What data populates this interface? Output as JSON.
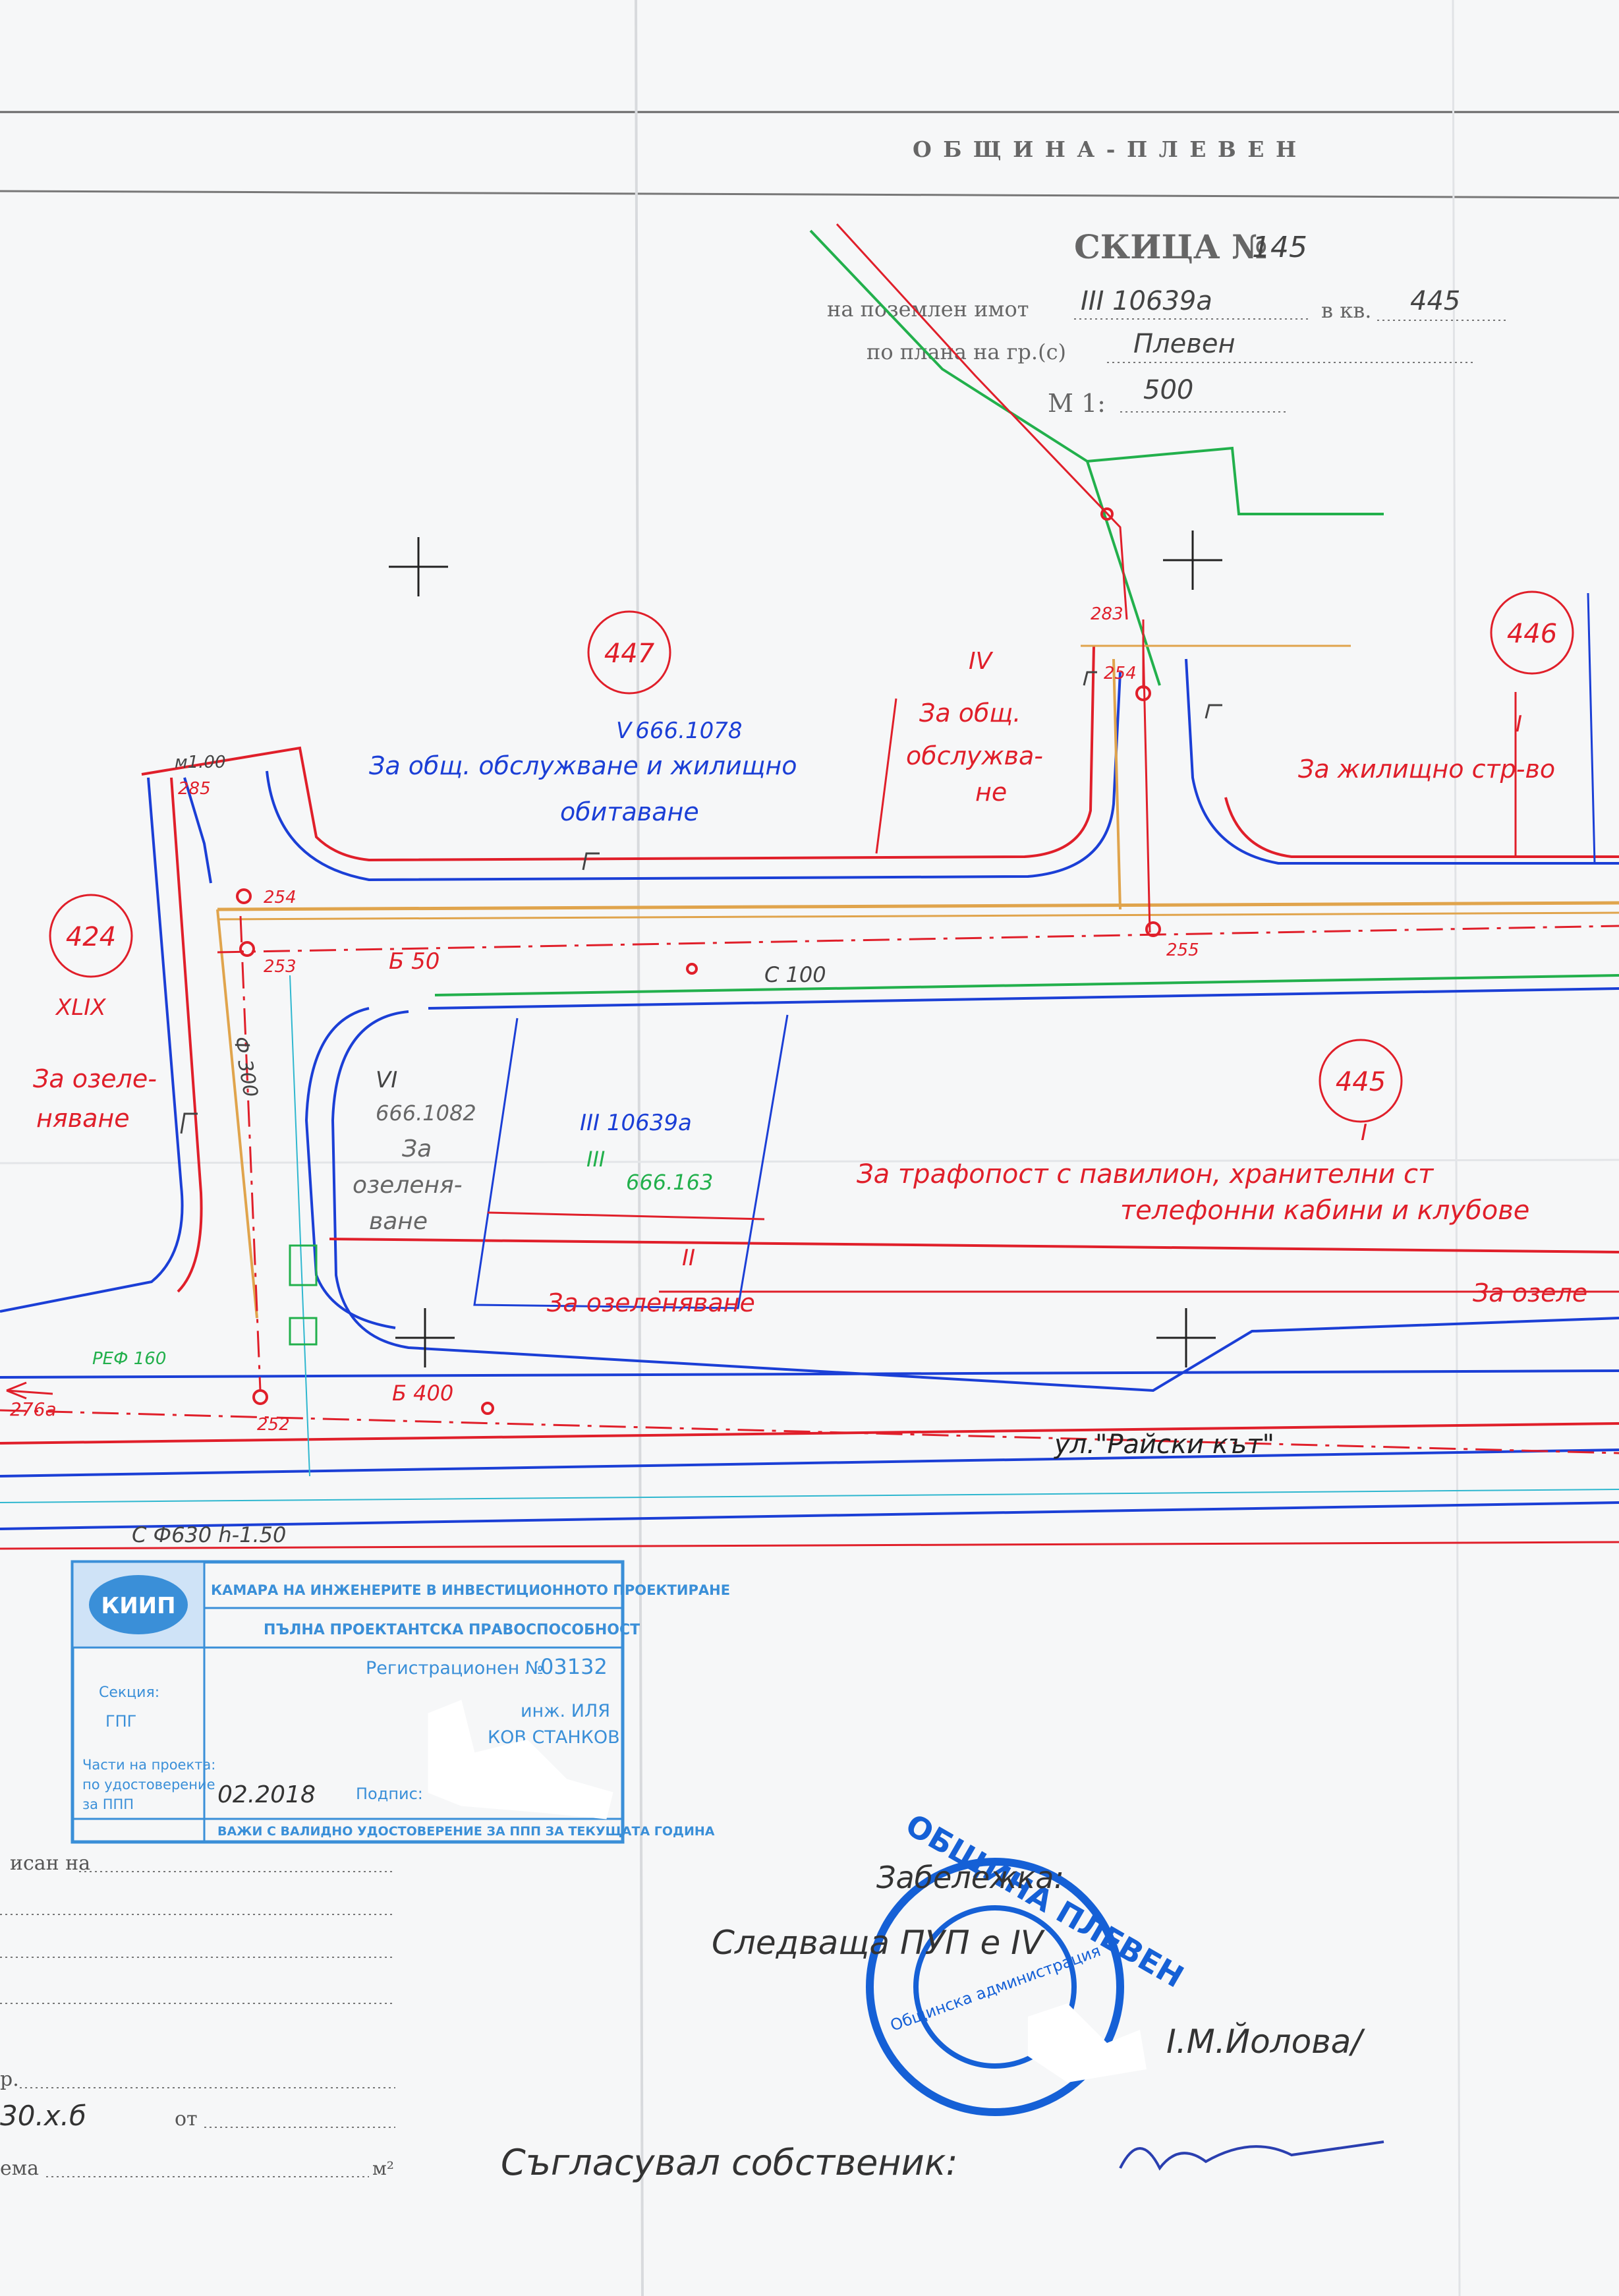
{
  "header": {
    "municipality": "О Б Щ И Н А - П Л Е В Е Н",
    "title": "СКИЦА №",
    "sketch_no": "145",
    "parcel_label": "на поземлен имот",
    "parcel_id": "III 10639а",
    "block_label": "в кв.",
    "block_no": "445",
    "plan_label": "по плана на гр.(с)",
    "plan_town": "Плевен",
    "scale_label": "М 1:",
    "scale_value": "500"
  },
  "blocks": [
    {
      "no": "447",
      "roman": "V",
      "code": "666.1078",
      "purpose_1": "За общ. обслужване и жилищно",
      "purpose_2": "обитаване"
    },
    {
      "no": "446",
      "roman": "I",
      "purpose_1": "За жилищно стр-во"
    },
    {
      "no": "424",
      "roman": "XLIX",
      "purpose_1": "За озеле-",
      "purpose_2": "няване"
    },
    {
      "no": "445",
      "roman": "I",
      "purpose_1": "За трафопост с павилион, хранителни ст",
      "purpose_2": "телефонни кабини и клубове"
    }
  ],
  "lots": [
    {
      "roman": "IV",
      "purpose_1": "За общ.",
      "purpose_2": "обслужва-",
      "purpose_3": "не"
    },
    {
      "roman": "VI",
      "code": "666.1082",
      "purpose_1": "За",
      "purpose_2": "озеленя-",
      "purpose_3": "ване"
    },
    {
      "roman": "III",
      "parcel": "III 10639а",
      "code": "666.163"
    },
    {
      "roman": "II",
      "purpose_1": "За озеленяване"
    },
    {
      "purpose_1": "За озеле"
    }
  ],
  "points": [
    "283",
    "254",
    "255",
    "285",
    "254",
    "253",
    "252",
    "276а"
  ],
  "annotations": {
    "rail_top": "м1.00",
    "sewer_top": "Б 50",
    "water_main": "С 100",
    "vertical_pipe": "Ф 300",
    "rf": "РЕФ 160",
    "sewer_bottom": "Б 400",
    "street": "ул.\"Райски кът\"",
    "gas_main": "С Ф630 h-1.50"
  },
  "stamp": {
    "chamber_1": "КАМАРА НА ИНЖЕНЕРИТЕ В ИНВЕСТИЦИОННОТО ПРОЕКТИРАНЕ",
    "chamber_2": "ПЪЛНА ПРОЕКТАНТСКА ПРАВОСПОСОБНОСТ",
    "logo_text": "КИИП",
    "reg_label": "Регистрационен №",
    "reg_no": "03132",
    "section_label": "Секция:",
    "section_value": "ГПГ",
    "engineer_1": "инж. ИЛЯ",
    "engineer_2": "КОВ СТАНКОВ",
    "parts_1": "Части на проекта:",
    "parts_2": "по удостоверение",
    "parts_3": "за ППП",
    "date": "02.2018",
    "sign_label": "Подпис:",
    "validity": "ВАЖИ С ВАЛИДНО УДОСТОВЕРЕНИЕ ЗА ППП ЗА ТЕКУЩАТА ГОДИНА"
  },
  "notes": {
    "note_label": "Забележка:",
    "note_text": "Следваща ПУП е IV",
    "official_stamp": "ОБЩИНА ПЛЕВЕН",
    "official_stamp_2": "Общинска администрация",
    "official_name": "I.M.Йолова/",
    "agreed": "Съгласувал собственик:"
  },
  "form_left": {
    "line_1": "исан на",
    "line_2": "р.",
    "line_3_prefix": "30.х.б",
    "line_3_mid": "от",
    "line_4": "ема",
    "unit": "м²"
  },
  "colors": {
    "red": "#e01f2a",
    "blue": "#1b3fd6",
    "green": "#22b04c",
    "orange": "#e0a44c",
    "cyan": "#2fb7cf",
    "stamp_blue": "#3a8fd8",
    "stamp_circle": "#1560d6"
  },
  "icons": [
    "cross-marker-icon",
    "survey-point-icon",
    "pole-icon"
  ]
}
